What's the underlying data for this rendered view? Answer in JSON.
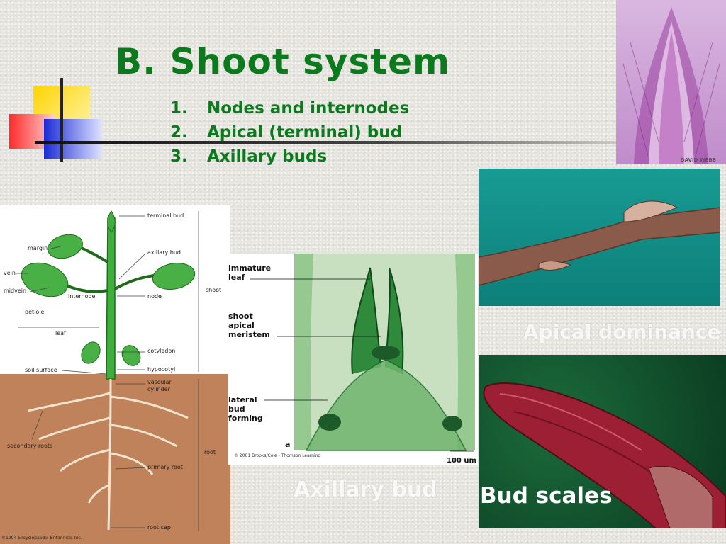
{
  "slide": {
    "title": "B. Shoot system",
    "subtopics": [
      {
        "num": "1.",
        "text": "Nodes and internodes"
      },
      {
        "num": "2.",
        "text": "Apical (terminal) bud"
      },
      {
        "num": "3.",
        "text": "Axillary buds"
      }
    ]
  },
  "plant_diagram": {
    "labels": {
      "terminal_bud": "terminal bud",
      "margin": "margin",
      "axillary_bud": "axillary bud",
      "vein": "vein",
      "midvein": "midvein",
      "internode": "internode",
      "node": "node",
      "shoot": "shoot",
      "petiole": "petiole",
      "leaf": "leaf",
      "cotyledon": "cotyledon",
      "soil_surface": "soil surface",
      "hypocotyl": "hypocotyl",
      "vascular_cylinder": "vascular cylinder",
      "secondary_roots": "secondary roots",
      "root": "root",
      "primary_root": "primary root",
      "root_cap": "root cap"
    },
    "copyright": "©1994 Encyclopaedia Britannica, Inc."
  },
  "micrograph": {
    "labels": {
      "immature_leaf": "immature leaf",
      "shoot_apical_meristem": "shoot apical meristem",
      "lateral_bud_forming": "lateral bud forming",
      "panel": "a"
    },
    "copyright": "© 2001 Brooks/Cole - Thomson Learning",
    "scale": "100 um"
  },
  "photos": {
    "apical_tip_credit": "DAVID WEBB"
  },
  "captions": {
    "apical_dominance": "Apical dominance",
    "axillary_bud": "Axillary bud",
    "bud_scales": "Bud scales"
  },
  "colors": {
    "title_green": "#0b7a1c"
  }
}
